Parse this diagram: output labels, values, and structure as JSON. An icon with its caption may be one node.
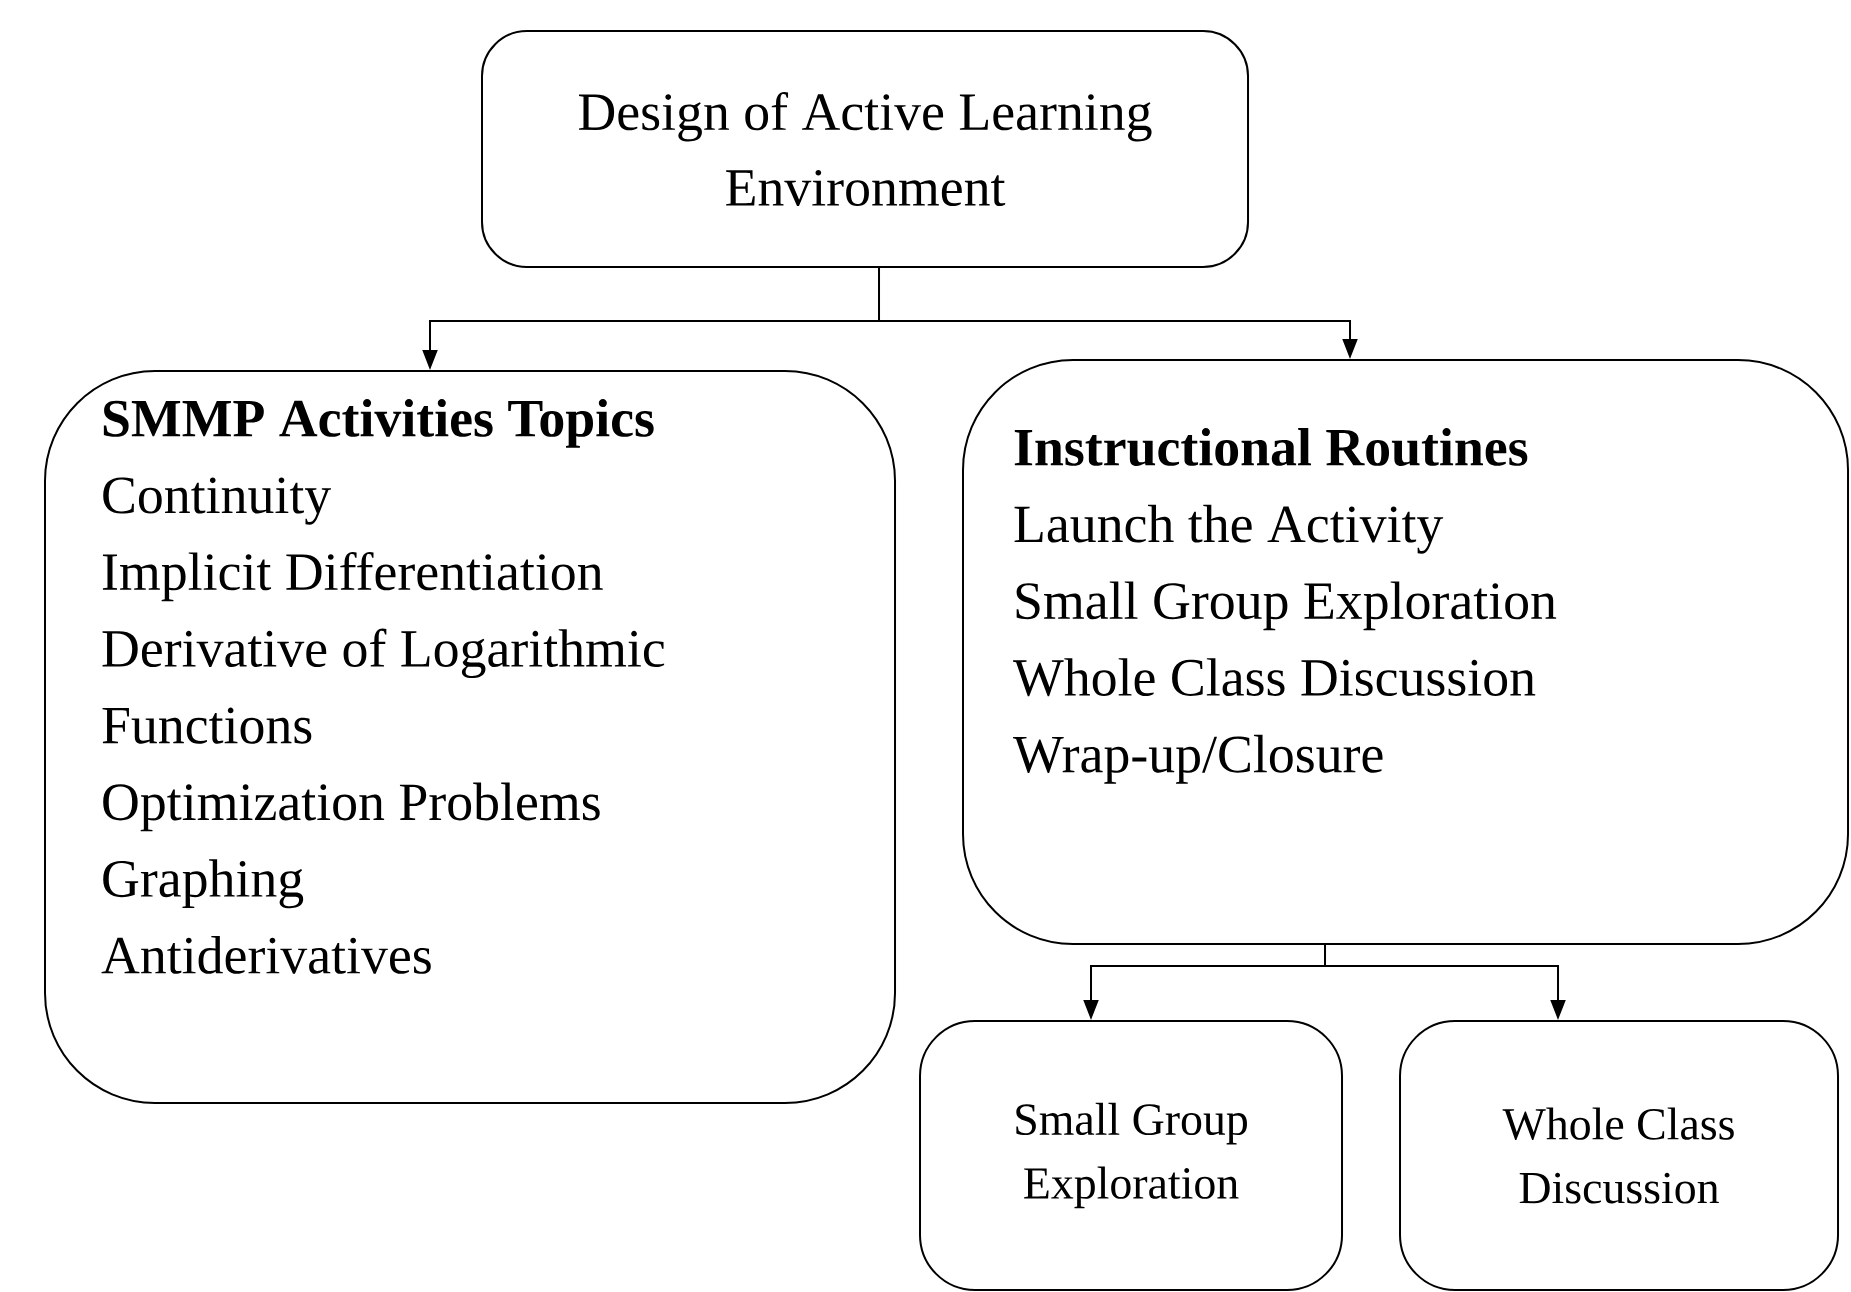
{
  "diagram": {
    "nodes": [
      {
        "text": [
          "Design of Active Learning Environment"
        ]
      },
      {
        "text": [
          "SMMP Activities Topics",
          "Continuity",
          "Implicit Differentiation",
          "Derivative of Logarithmic Functions",
          "Optimization Problems",
          "Graphing",
          "Antiderivatives"
        ]
      },
      {
        "text": [
          "Instructional Routines",
          "Launch the Activity",
          "Small Group Exploration",
          "Whole Class Discussion",
          "Wrap-up/Closure"
        ]
      },
      {
        "text": [
          "Small Group Exploration"
        ]
      },
      {
        "text": [
          "Whole Class Discussion"
        ]
      }
    ],
    "edges": [
      {
        "from": 0,
        "to": 1,
        "arrow": "to"
      },
      {
        "from": 0,
        "to": 2,
        "arrow": "to"
      },
      {
        "from": 2,
        "to": 3,
        "arrow": "to"
      },
      {
        "from": 2,
        "to": 4,
        "arrow": "to"
      }
    ]
  }
}
